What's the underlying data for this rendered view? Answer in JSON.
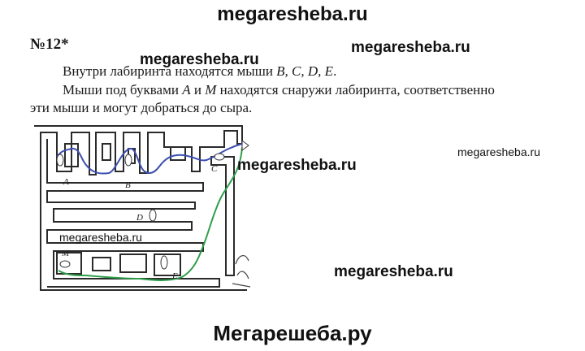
{
  "watermarks": {
    "top": "megaresheba.ru",
    "right_upper": "megaresheba.ru",
    "left_upper": "megaresheba.ru",
    "right_small": "megaresheba.ru",
    "center": "megaresheba.ru",
    "left_small": "megaresheba.ru",
    "right_lower": "megaresheba.ru",
    "bottom": "Мегарешеба.ру"
  },
  "problem": {
    "number": "№12*",
    "line1": {
      "prefix": "Внутри лабиринта находятся мыши ",
      "letters": "B, C, D, E",
      "suffix": "."
    },
    "line2": {
      "p1": "Мыши под буквами ",
      "a": "A",
      "p2": " и ",
      "m": "M",
      "p3": " находятся снаружи лабиринта, соответственно"
    },
    "line3": "эти мыши и могут добраться до сыра."
  },
  "maze": {
    "labels": {
      "a": "A",
      "b": "B",
      "c": "C",
      "d": "D",
      "e": "E",
      "m": "M"
    },
    "colors": {
      "wall": "#2a2a2a",
      "path_blue": "#3d4fb0",
      "path_green": "#2e9e4a"
    }
  }
}
